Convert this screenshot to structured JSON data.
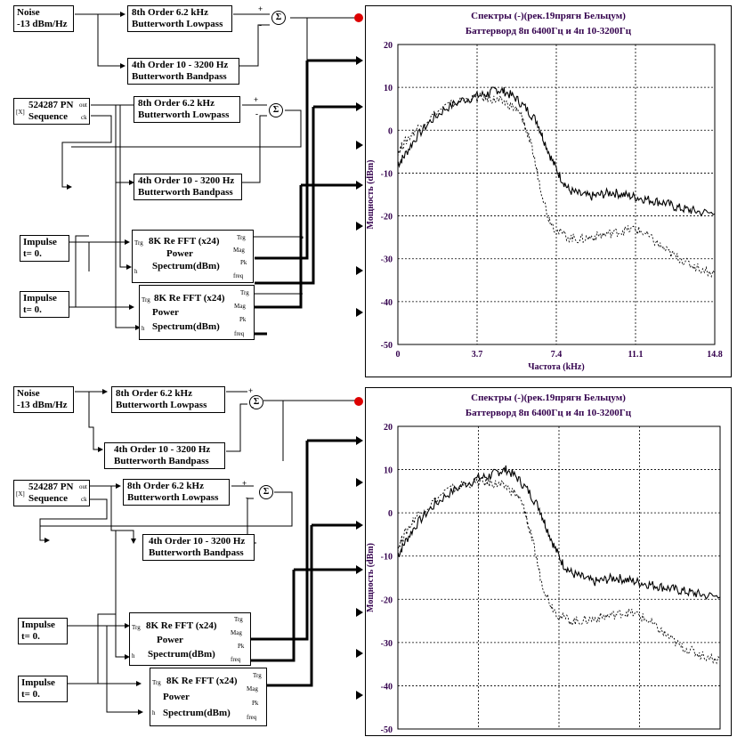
{
  "top": {
    "noise": {
      "line1": "Noise",
      "line2": "-13 dBm/Hz"
    },
    "lp1": {
      "line1": "8th Order 6.2 kHz",
      "line2": "Butterworth Lowpass"
    },
    "bp1": {
      "line1": "4th Order 10 - 3200 Hz",
      "line2": "Butterworth Bandpass"
    },
    "pn": {
      "line1": "524287 PN",
      "line2": "Sequence",
      "out": "out",
      "clk": "ck",
      "flag": "[X]"
    },
    "lp2": {
      "line1": "8th Order 6.2 kHz",
      "line2": "Butterworth Lowpass"
    },
    "bp2": {
      "line1": "4th Order 10 - 3200 Hz",
      "line2": "Butterworth Bandpass"
    },
    "imp1": {
      "line1": "Impulse",
      "line2": "t= 0."
    },
    "imp2": {
      "line1": "Impulse",
      "line2": "t= 0."
    },
    "fft1": {
      "trg_in": "Trg",
      "title": "8K Re FFT (x24)",
      "l2": "Power",
      "l3": "Spectrum(dBm)",
      "h": "h",
      "trg": "Trg",
      "mag": "Mag",
      "pk": "Pk",
      "freq": "freq"
    },
    "fft2": {
      "trg_in": "Trg",
      "title": "8K Re FFT (x24)",
      "l2": "Power",
      "l3": "Spectrum(dBm)",
      "h": "h",
      "trg": "Trg",
      "mag": "Mag",
      "pk": "Pk",
      "freq": "freq"
    },
    "sum_symbol": "Σ",
    "plus": "+",
    "minus": "-"
  },
  "bottom": {
    "noise": {
      "line1": "Noise",
      "line2": "-13 dBm/Hz"
    },
    "lp1": {
      "line1": "8th Order 6.2 kHz",
      "line2": "Butterworth Lowpass"
    },
    "bp1": {
      "line1": "4th Order 10 - 3200 Hz",
      "line2": "Butterworth Bandpass"
    },
    "pn": {
      "line1": "524287 PN",
      "line2": "Sequence",
      "out": "out",
      "clk": "ck",
      "flag": "[X]"
    },
    "lp2": {
      "line1": "8th Order 6.2 kHz",
      "line2": "Butterworth Lowpass"
    },
    "bp2": {
      "line1": "4th Order 10 - 3200 Hz",
      "line2": "Butterworth Bandpass"
    },
    "imp1": {
      "line1": "Impulse",
      "line2": "t= 0."
    },
    "imp2": {
      "line1": "Impulse",
      "line2": "t= 0."
    },
    "fft1": {
      "trg_in": "Trg",
      "title": "8K Re FFT (x24)",
      "l2": "Power",
      "l3": "Spectrum(dBm)",
      "h": "h",
      "trg": "Trg",
      "mag": "Mag",
      "pk": "Pk",
      "freq": "freq"
    },
    "fft2": {
      "trg_in": "Trg",
      "title": "8K Re FFT (x24)",
      "l2": "Power",
      "l3": "Spectrum(dBm)",
      "h": "h",
      "trg": "Trg",
      "mag": "Mag",
      "pk": "Pk",
      "freq": "freq"
    },
    "sum_symbol": "Σ",
    "plus": "+",
    "minus": "-"
  },
  "colors": {
    "plot_text": "#33004d",
    "marker": "#dd0000",
    "wire": "#000000"
  },
  "chart_data": [
    {
      "type": "line",
      "title": "Спектры (-)(рек.19прягн Бельцум)",
      "subtitle": "Баттерворд 8п 6400Гц и 4п 10-3200Гц",
      "xlabel": "Частота (kHz)",
      "ylabel": "Мощность (dBm)",
      "xlim": [
        0,
        14.8
      ],
      "ylim": [
        -50,
        20
      ],
      "xticks": [
        "0",
        "3.7",
        "7.4",
        "11.1",
        "14.8"
      ],
      "yticks": [
        "20",
        "10",
        "0",
        "-10",
        "-20",
        "-30",
        "-40",
        "-50"
      ],
      "grid": true,
      "series": [
        {
          "style": "solid",
          "x": [
            0,
            0.3,
            0.8,
            1.5,
            2.2,
            3.0,
            3.7,
            4.2,
            4.6,
            5.0,
            5.5,
            6.0,
            6.5,
            6.8,
            7.2,
            7.6,
            8.0,
            8.5,
            9.0,
            9.5,
            10.0,
            10.5,
            11.0,
            11.5,
            12.0,
            12.5,
            13.0,
            13.5,
            14.0,
            14.8
          ],
          "y": [
            -8,
            -6,
            -2,
            2,
            5,
            7,
            8,
            8.5,
            9.5,
            9,
            7.5,
            5,
            2,
            -2,
            -7,
            -11,
            -14,
            -15,
            -15.5,
            -15,
            -14.5,
            -15,
            -15.5,
            -16,
            -16.5,
            -17,
            -18,
            -18.5,
            -19,
            -19.5
          ]
        },
        {
          "style": "dashed",
          "x": [
            0,
            0.3,
            0.8,
            1.5,
            2.2,
            3.0,
            3.7,
            4.2,
            4.6,
            5.0,
            5.5,
            5.8,
            6.0,
            6.3,
            6.6,
            7.0,
            7.4,
            8.0,
            8.5,
            9.0,
            9.5,
            10.0,
            10.5,
            11.0,
            11.5,
            12.0,
            12.5,
            13.0,
            13.5,
            14.0,
            14.8
          ],
          "y": [
            -5,
            -3,
            0,
            3,
            5.5,
            7,
            7.5,
            7.5,
            7,
            6.5,
            5,
            3,
            0,
            -5,
            -12,
            -20,
            -23.5,
            -25,
            -25.5,
            -25,
            -24.5,
            -24,
            -23.5,
            -23,
            -24,
            -26,
            -28,
            -29.5,
            -31,
            -32,
            -33.5
          ]
        }
      ]
    },
    {
      "type": "line",
      "title": "Спектры (-)(рек.19прягн Бельцум)",
      "subtitle": "Баттерворд 8п 6400Гц и 4п 10-3200Гц",
      "xlabel": "",
      "ylabel": "Мощность (dBm)",
      "xlim": [
        0,
        14.8
      ],
      "ylim": [
        -50,
        20
      ],
      "xticks": [],
      "yticks": [
        "20",
        "10",
        "0",
        "-10",
        "-20",
        "-30",
        "-40",
        "-50"
      ],
      "grid": true,
      "series": [
        {
          "style": "solid",
          "x": [
            0,
            0.3,
            0.8,
            1.5,
            2.2,
            3.0,
            3.7,
            4.2,
            4.6,
            5.0,
            5.5,
            6.0,
            6.5,
            6.8,
            7.2,
            7.6,
            8.0,
            8.5,
            9.0,
            9.5,
            10.0,
            10.5,
            11.0,
            11.5,
            12.0,
            12.5,
            13.0,
            13.5,
            14.0,
            14.8
          ],
          "y": [
            -10,
            -7,
            -3,
            1,
            4,
            6.5,
            8,
            8.5,
            9.5,
            10,
            8,
            5,
            1,
            -3,
            -8,
            -12,
            -14,
            -15,
            -16,
            -15.5,
            -15,
            -15.5,
            -16,
            -16.5,
            -17,
            -17.5,
            -18,
            -18.5,
            -19,
            -19.5
          ]
        },
        {
          "style": "dashed",
          "x": [
            0,
            0.3,
            0.8,
            1.5,
            2.2,
            3.0,
            3.7,
            4.2,
            4.6,
            5.0,
            5.5,
            5.8,
            6.0,
            6.3,
            6.6,
            7.0,
            7.4,
            8.0,
            8.5,
            9.0,
            9.5,
            10.0,
            10.5,
            11.0,
            11.5,
            12.0,
            12.5,
            13.0,
            13.5,
            14.0,
            14.8
          ],
          "y": [
            -8,
            -5,
            -1,
            2,
            5,
            6.5,
            7,
            7,
            6.5,
            6,
            4,
            1,
            -3,
            -9,
            -16,
            -21,
            -24,
            -25,
            -25,
            -24.5,
            -24,
            -23.5,
            -23,
            -23.5,
            -25,
            -27,
            -29,
            -31,
            -32,
            -33,
            -34
          ]
        }
      ]
    }
  ]
}
